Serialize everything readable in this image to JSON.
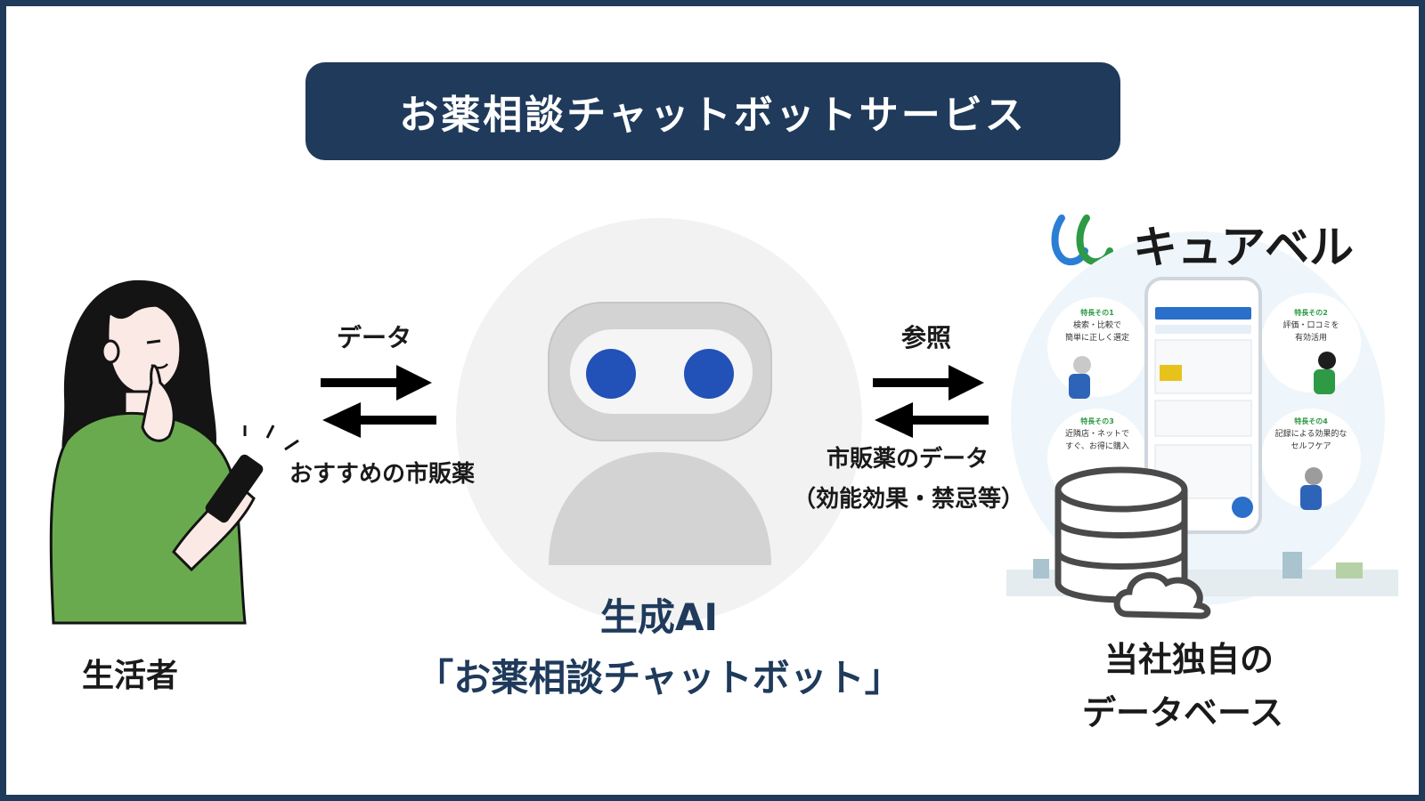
{
  "title": "お薬相談チャットボットサービス",
  "consumer": {
    "label": "生活者"
  },
  "left_flow": {
    "top_label": "データ",
    "bottom_label": "おすすめの市販薬"
  },
  "ai": {
    "line1": "生成AI",
    "line2": "「お薬相談チャットボット」"
  },
  "right_flow": {
    "top_label": "参照",
    "bottom_line1": "市販薬のデータ",
    "bottom_line2": "（効能効果・禁忌等）"
  },
  "brand": {
    "name": "キュアベル"
  },
  "features": [
    {
      "tag": "特長その1",
      "line1": "検索・比較で",
      "line2": "簡単に正しく選定"
    },
    {
      "tag": "特長その2",
      "line1": "評価・口コミを",
      "line2": "有効活用"
    },
    {
      "tag": "特長その3",
      "line1": "近隣店・ネットで",
      "line2": "すぐ、お得に購入"
    },
    {
      "tag": "特長その4",
      "line1": "記録による効果的な",
      "line2": "セルフケア"
    }
  ],
  "database": {
    "line1": "当社独自の",
    "line2": "データベース"
  },
  "colors": {
    "navy": "#1f3a5b",
    "eye_blue": "#2251b8",
    "shirt_green": "#6aaa4f",
    "brand_green": "#2e9a45",
    "brand_blue": "#2a7fd4"
  }
}
